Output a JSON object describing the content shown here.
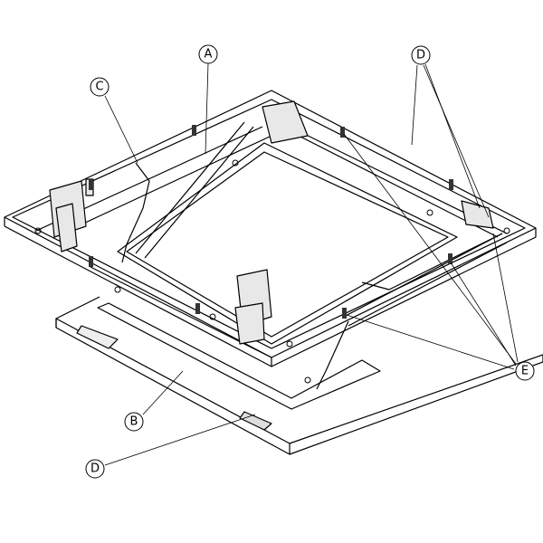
{
  "callouts": [
    {
      "id": "A",
      "text": "A"
    },
    {
      "id": "B",
      "text": "B"
    },
    {
      "id": "C",
      "text": "C"
    },
    {
      "id": "D1",
      "text": "D"
    },
    {
      "id": "D2",
      "text": "D"
    },
    {
      "id": "E",
      "text": "E"
    }
  ]
}
